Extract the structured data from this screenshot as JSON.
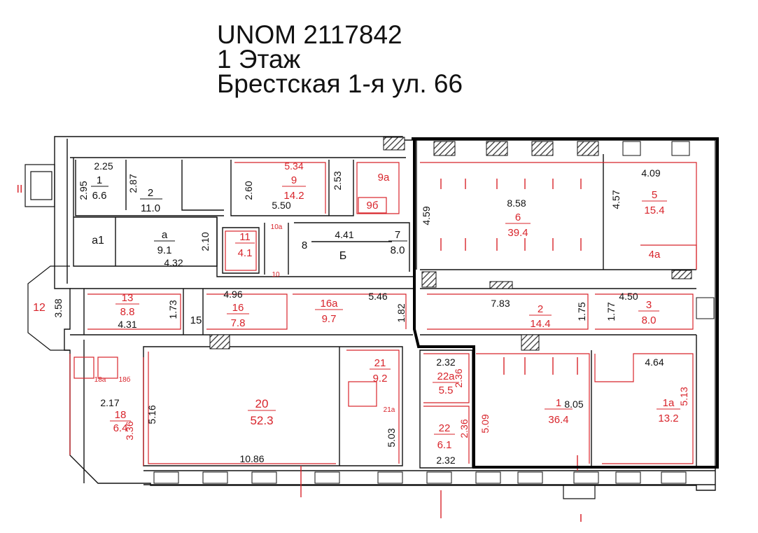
{
  "header": {
    "line1": "UNOM 2117842",
    "line2": "1 Этаж",
    "line3": "Брестская 1-я ул. 66"
  },
  "colors": {
    "wall": "#111111",
    "red": "#d8242b",
    "hatch": "#333333",
    "highlight": "#000000"
  },
  "rooms": [
    {
      "id": "1b",
      "num": "1",
      "area": "6.6",
      "color": "black"
    },
    {
      "id": "2b",
      "num": "2",
      "area": "11.0",
      "color": "black"
    },
    {
      "id": "9",
      "num": "9",
      "area": "14.2",
      "color": "red"
    },
    {
      "id": "9a",
      "num": "9а",
      "area": "",
      "color": "red"
    },
    {
      "id": "9b",
      "num": "9б",
      "area": "",
      "color": "red"
    },
    {
      "id": "6",
      "num": "6",
      "area": "39.4",
      "color": "red"
    },
    {
      "id": "5",
      "num": "5",
      "area": "15.4",
      "color": "red"
    },
    {
      "id": "a",
      "num": "а",
      "area": "9.1",
      "color": "black"
    },
    {
      "id": "11",
      "num": "11",
      "area": "4.1",
      "color": "red"
    },
    {
      "id": "7",
      "num": "7",
      "area": "8.0",
      "color": "black"
    },
    {
      "id": "13",
      "num": "13",
      "area": "8.8",
      "color": "red"
    },
    {
      "id": "16",
      "num": "16",
      "area": "7.8",
      "color": "red"
    },
    {
      "id": "16a",
      "num": "16а",
      "area": "9.7",
      "color": "red"
    },
    {
      "id": "2r",
      "num": "2",
      "area": "14.4",
      "color": "red"
    },
    {
      "id": "3",
      "num": "3",
      "area": "8.0",
      "color": "red"
    },
    {
      "id": "21",
      "num": "21",
      "area": "9.2",
      "color": "red"
    },
    {
      "id": "22a",
      "num": "22а",
      "area": "5.5",
      "color": "red"
    },
    {
      "id": "20",
      "num": "20",
      "area": "52.3",
      "color": "red"
    },
    {
      "id": "18",
      "num": "18",
      "area": "6.4",
      "color": "red"
    },
    {
      "id": "22",
      "num": "22",
      "area": "6.1",
      "color": "red"
    },
    {
      "id": "1r",
      "num": "1",
      "area": "36.4",
      "color": "red"
    },
    {
      "id": "1a",
      "num": "1а",
      "area": "13.2",
      "color": "red"
    }
  ],
  "labels": {
    "a1": "а1",
    "b": "Б",
    "n8": "8",
    "n15": "15",
    "n12": "12",
    "n4a": "4а",
    "n10a": "10а",
    "n10": "10",
    "n18a": "18а",
    "n18b": "18б",
    "n21a": "21а",
    "roman2": "II",
    "roman1": "I"
  },
  "dimensions": {
    "d225": "2.25",
    "d295": "2.95",
    "d287": "2.87",
    "d534": "5.34",
    "d260": "2.60",
    "d253": "2.53",
    "d550": "5.50",
    "d459": "4.59",
    "d858": "8.58",
    "d457": "4.57",
    "d409": "4.09",
    "d210": "2.10",
    "d432": "4.32",
    "d441": "4.41",
    "d358": "3.58",
    "d431": "4.31",
    "d173": "1.73",
    "d496": "4.96",
    "d546": "5.46",
    "d182": "1.82",
    "d783": "7.83",
    "d175": "1.75",
    "d177": "1.77",
    "d450": "4.50",
    "d232a": "2.32",
    "d236a": "2.36",
    "d464": "4.64",
    "d217": "2.17",
    "d336": "3.36",
    "d516": "5.16",
    "d503": "5.03",
    "d236b": "2.36",
    "d509": "5.09",
    "d805": "8.05",
    "d513": "5.13",
    "d1086": "10.86",
    "d232b": "2.32"
  }
}
